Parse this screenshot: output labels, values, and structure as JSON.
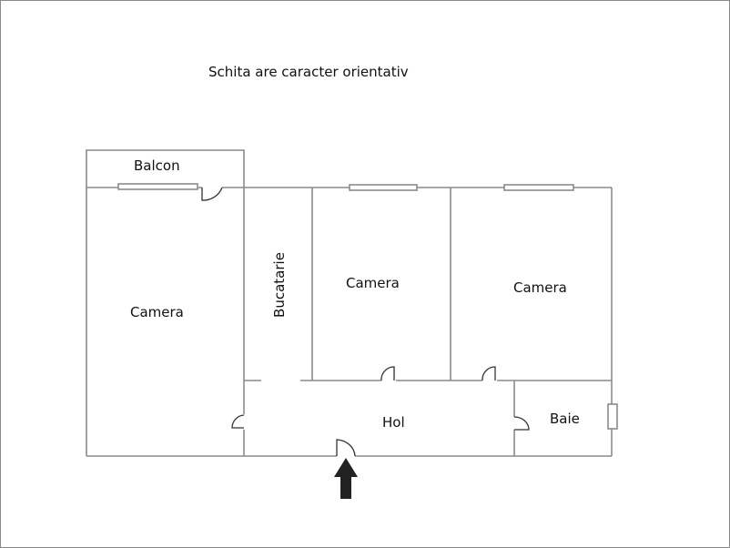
{
  "title": "Schita are caracter orientativ",
  "colors": {
    "wall": "#8a8a8a",
    "arrow": "#222222",
    "text": "#111111",
    "frame": "#8a8a8a"
  },
  "rooms": {
    "balcon": "Balcon",
    "camera_left": "Camera",
    "bucatarie": "Bucatarie",
    "camera_middle": "Camera",
    "camera_right": "Camera",
    "hol": "Hol",
    "baie": "Baie"
  },
  "entrance": {
    "icon": "up-arrow-icon"
  }
}
